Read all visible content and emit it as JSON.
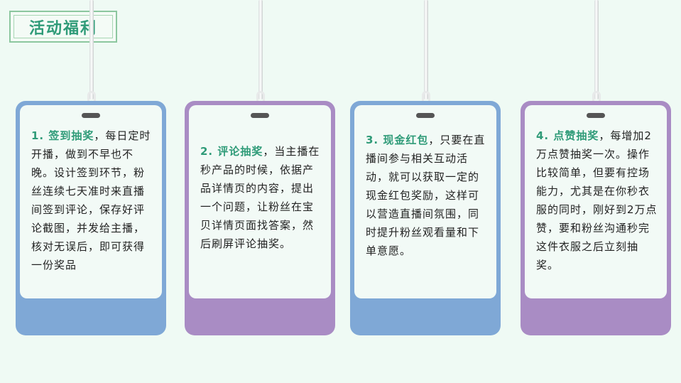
{
  "header": {
    "title": "活动福利"
  },
  "cards": [
    {
      "heading": "1. 签到抽奖",
      "body": "，每日定时开播，做到不早也不晚。设计签到环节，粉丝连续七天准时来直播间签到评论，保存好评论截图，并发给主播，核对无误后，即可获得一份奖品",
      "color": "#7fa8d6"
    },
    {
      "heading": "2. 评论抽奖",
      "body": "，当主播在秒产品的时候，依据产品详情页的内容，提出一个问题，让粉丝在宝贝详情页面找答案，然后刷屏评论抽奖。",
      "color": "#a98cc4"
    },
    {
      "heading": "3. 现金红包",
      "body": "，只要在直播间参与相关互动活动，就可以获取一定的现金红包奖励，这样可以营造直播间氛围，同时提升粉丝观看量和下单意愿。",
      "color": "#7fa8d6"
    },
    {
      "heading": "4. 点赞抽奖",
      "body": "，每增加2万点赞抽奖一次。操作比较简单，但要有控场能力，尤其是在你秒衣服的同时，刚好到2万点赞，要和粉丝沟通秒完这件衣服之后立刻抽奖。",
      "color": "#a98cc4"
    }
  ]
}
